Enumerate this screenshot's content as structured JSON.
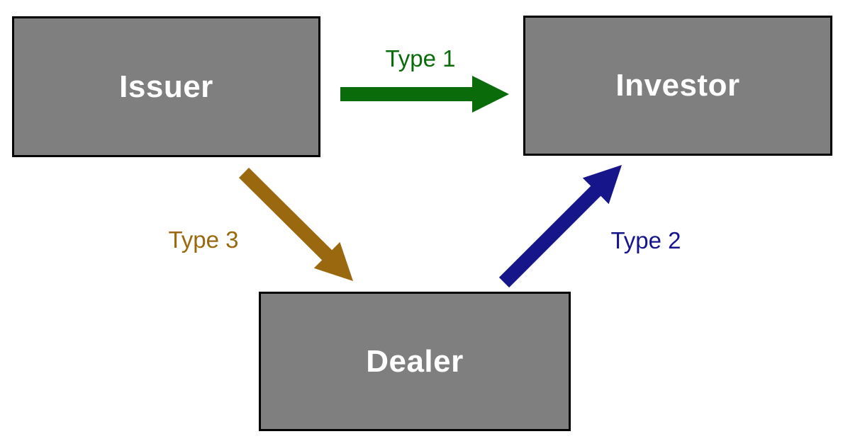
{
  "diagram": {
    "background": "#ffffff",
    "node_style": {
      "fill": "#7f7f7f",
      "border": "#000000",
      "text_color": "#ffffff"
    },
    "nodes": [
      {
        "id": "issuer",
        "label": "Issuer"
      },
      {
        "id": "investor",
        "label": "Investor"
      },
      {
        "id": "dealer",
        "label": "Dealer"
      }
    ],
    "edges": [
      {
        "label": "Type 1",
        "from": "Issuer",
        "to": "Investor",
        "color": "#0a6b0a"
      },
      {
        "label": "Type 2",
        "from": "Dealer",
        "to": "Investor",
        "color": "#16158a"
      },
      {
        "label": "Type 3",
        "from": "Issuer",
        "to": "Dealer",
        "color": "#9a690f"
      }
    ]
  }
}
